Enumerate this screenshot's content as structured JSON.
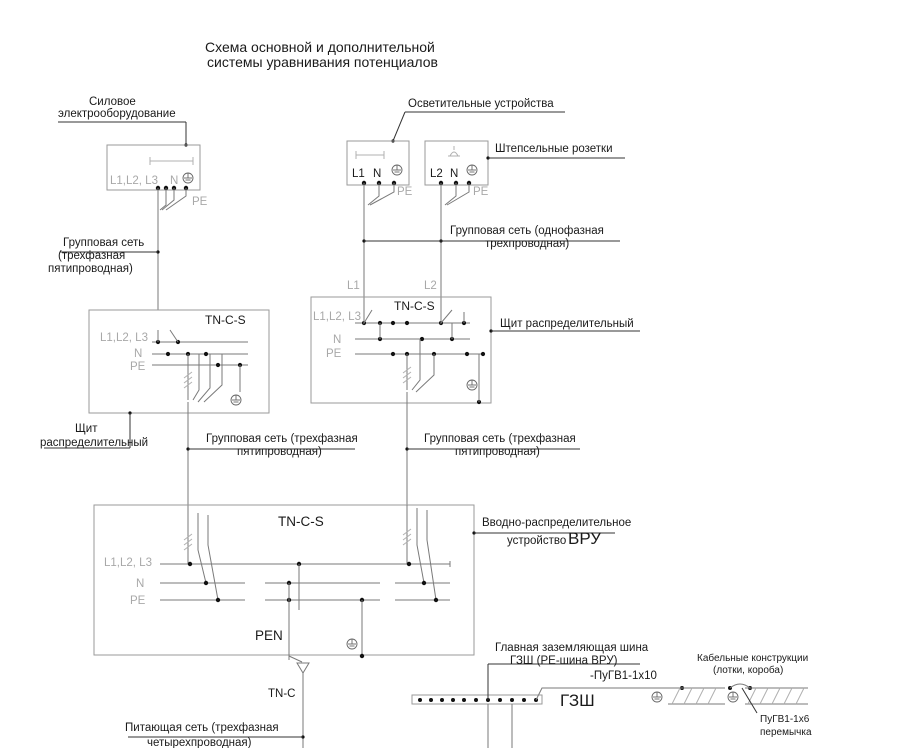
{
  "title": {
    "line1": "Схема основной и дополнительной",
    "line2": "системы уравнивания потенциалов"
  },
  "labels": {
    "power_equipment_1": "Силовое",
    "power_equipment_2": "электрооборудование",
    "lighting": "Осветительные устройства",
    "sockets": "Штепсельные розетки",
    "group_net_single_1": "Групповая сеть (однофазная",
    "group_net_single_2": "трехпроводная)",
    "group_net_three_l1": "Групповая сеть",
    "group_net_three_l2": "(трехфазная",
    "group_net_three_l3": "пятипроводная)",
    "dist_board_right": "Щит распределительный",
    "dist_board_left_1": "Щит",
    "dist_board_left_2": "распределительный",
    "group_net_mid_left_1": "Групповая сеть (трехфазная",
    "group_net_mid_left_2": "пятипроводная)",
    "group_net_mid_right_1": "Групповая сеть (трехфазная",
    "group_net_mid_right_2": "пятипроводная)",
    "vru_1": "Вводно-распределительное",
    "vru_2": "устройство",
    "vru_big": "ВРУ",
    "main_bus_1": "Главная заземляющая шина",
    "main_bus_2": "ГЗШ (РЕ-шина ВРУ)",
    "wire_1": "-ПуГВ1-1х10",
    "gzsh": "ГЗШ",
    "cable_1": "Кабельные конструкции",
    "cable_2": "(лотки, короба)",
    "jumper_1": "ПуГВ1-1х6",
    "jumper_2": "перемычка",
    "supply_1": "Питающая сеть (трехфазная",
    "supply_2": "четырехпроводная)",
    "pen": "PEN",
    "tnc": "TN-C"
  },
  "devices": {
    "motor_terminals": "L1,L2, L3",
    "motor_n": "N",
    "motor_pe": "PE",
    "lamp_l": "L1",
    "lamp_n": "N",
    "lamp_pe": "PE",
    "socket_l": "L2",
    "socket_n": "N",
    "socket_pe": "PE"
  },
  "boards": {
    "left_scheme": "TN-C-S",
    "left_phases": "L1,L2, L3",
    "left_n": "N",
    "left_pe": "PE",
    "right_scheme": "TN-C-S",
    "right_phases": "L1,L2, L3",
    "right_n": "N",
    "right_pe": "PE",
    "right_l1": "L1",
    "right_l2": "L2",
    "vru_scheme": "TN-C-S",
    "vru_phases": "L1,L2, L3",
    "vru_n": "N",
    "vru_pe": "PE"
  }
}
